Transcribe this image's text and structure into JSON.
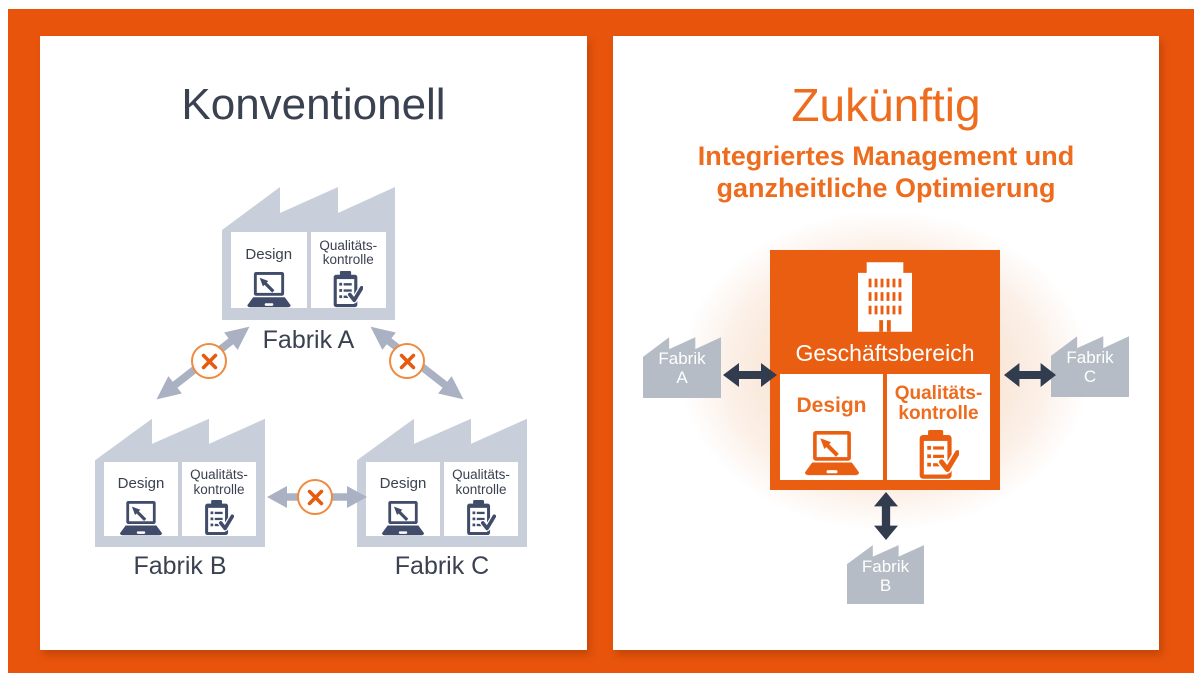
{
  "colors": {
    "frame_orange": "#e8540c",
    "accent_orange": "#e95e10",
    "text_orange": "#ed6c1e",
    "dark_text": "#3a4150",
    "icon_navy": "#404c69",
    "factory_gray_light": "#c9cfda",
    "factory_gray": "#b5bcc6",
    "arrow_gray": "#a9b1c3",
    "arrow_navy": "#313c4e",
    "x_border": "#ef8a3f",
    "x_mark": "#e85a0d"
  },
  "departments": {
    "design": "Design",
    "quality_line1": "Qualitäts-",
    "quality_line2": "kontrolle"
  },
  "left_panel": {
    "title": "Konventionell",
    "factory_a": "Fabrik A",
    "factory_b": "Fabrik B",
    "factory_c": "Fabrik C"
  },
  "right_panel": {
    "title": "Zukünftig",
    "subtitle_line1": "Integriertes Management und",
    "subtitle_line2": "ganzheitliche Optimierung",
    "business_unit": "Geschäftsbereich",
    "factory_a_line1": "Fabrik",
    "factory_a_line2": "A",
    "factory_b_line1": "Fabrik",
    "factory_b_line2": "B",
    "factory_c_line1": "Fabrik",
    "factory_c_line2": "C"
  }
}
